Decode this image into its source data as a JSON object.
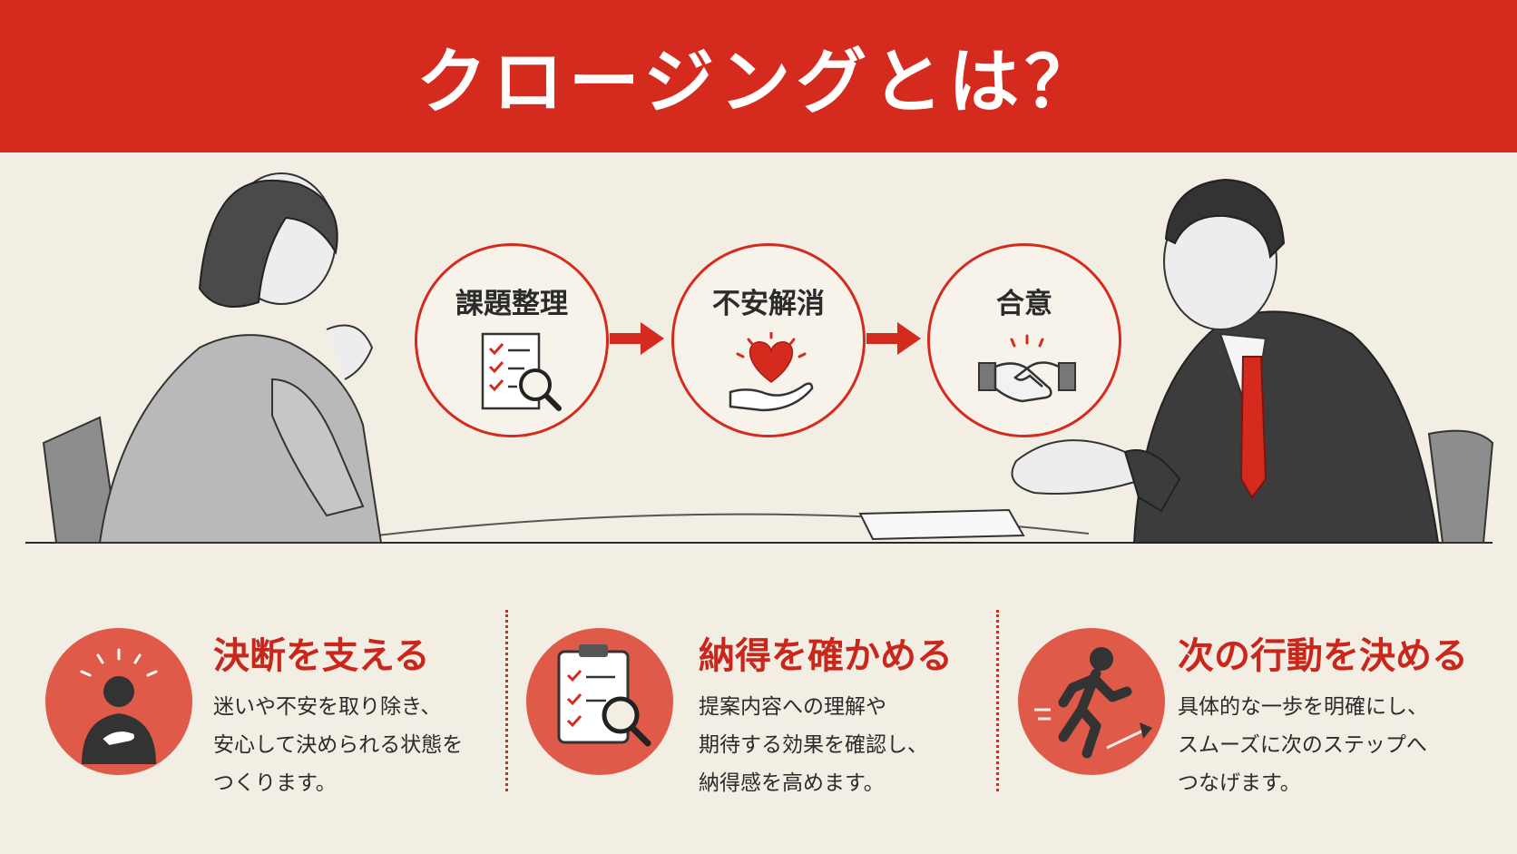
{
  "header": {
    "title": "クロージングとは？"
  },
  "flow": {
    "steps": [
      {
        "label": "課題整理",
        "icon": "checklist-magnifier-icon"
      },
      {
        "label": "不安解消",
        "icon": "heart-in-hand-icon"
      },
      {
        "label": "合意",
        "icon": "handshake-icon"
      }
    ]
  },
  "cards": [
    {
      "title": "決断を支える",
      "icon": "person-hand-on-chest-icon",
      "lines": [
        "迷いや不安を取り除き、",
        "安心して決められる状態を",
        "つくります。"
      ]
    },
    {
      "title": "納得を確かめる",
      "icon": "clipboard-magnifier-icon",
      "lines": [
        "提案内容への理解や",
        "期待する効果を確認し、",
        "納得感を高めます。"
      ]
    },
    {
      "title": "次の行動を決める",
      "icon": "running-person-icon",
      "lines": [
        "具体的な一歩を明確にし、",
        "スムーズに次のステップへ",
        "つなげます。"
      ]
    }
  ],
  "colors": {
    "accent": "#d52b1e",
    "background": "#f3eee3",
    "icon_circle": "#df5a48"
  }
}
